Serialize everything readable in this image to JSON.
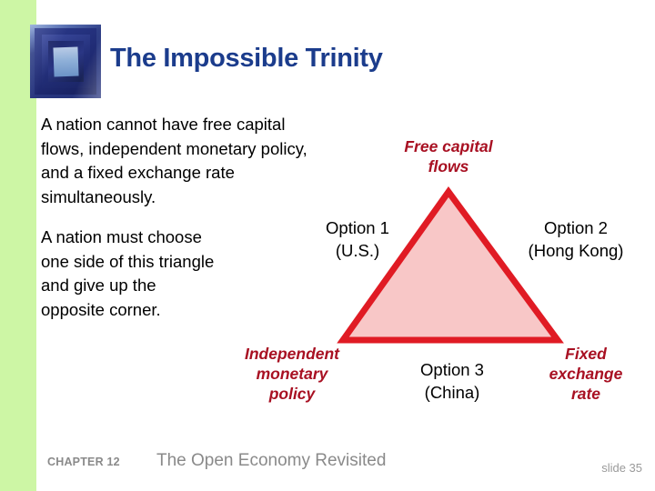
{
  "slide": {
    "title": "The Impossible Trinity",
    "accent_title_color": "#1b3c8c",
    "accent_red_color": "#a81022",
    "band_green_color": "#cdf6a5",
    "triangle_stroke_color": "#e01b24",
    "triangle_fill_color": "#f8c7c7",
    "decorative_image_name": "blue-window-painting"
  },
  "body": {
    "paragraph_1": "A nation cannot have free capital flows, independent monetary policy, and a fixed exchange rate simultaneously.",
    "paragraph_2": "A nation must choose one side of this triangle and give up the opposite corner."
  },
  "diagram": {
    "type": "triangle",
    "vertices": {
      "apex": "Free capital flows",
      "bottom_left": "Independent monetary policy",
      "bottom_right": "Fixed exchange rate"
    },
    "labels": {
      "free_capital_flows": "Free capital\nflows",
      "independent_monetary_policy": "Independent\nmonetary\npolicy",
      "fixed_exchange_rate": "Fixed\nexchange\nrate",
      "option_1": "Option 1\n(U.S.)",
      "option_2": "Option 2\n(Hong Kong)",
      "option_3": "Option 3\n(China)"
    },
    "options": [
      {
        "id": "option-1",
        "label": "Option 1",
        "country": "(U.S.)",
        "side": "left"
      },
      {
        "id": "option-2",
        "label": "Option 2",
        "country": "(Hong Kong)",
        "side": "right"
      },
      {
        "id": "option-3",
        "label": "Option 3",
        "country": "(China)",
        "side": "bottom"
      }
    ]
  },
  "footer": {
    "chapter": "CHAPTER 12",
    "subject": "The Open Economy Revisited",
    "slide_number": "slide 35"
  }
}
